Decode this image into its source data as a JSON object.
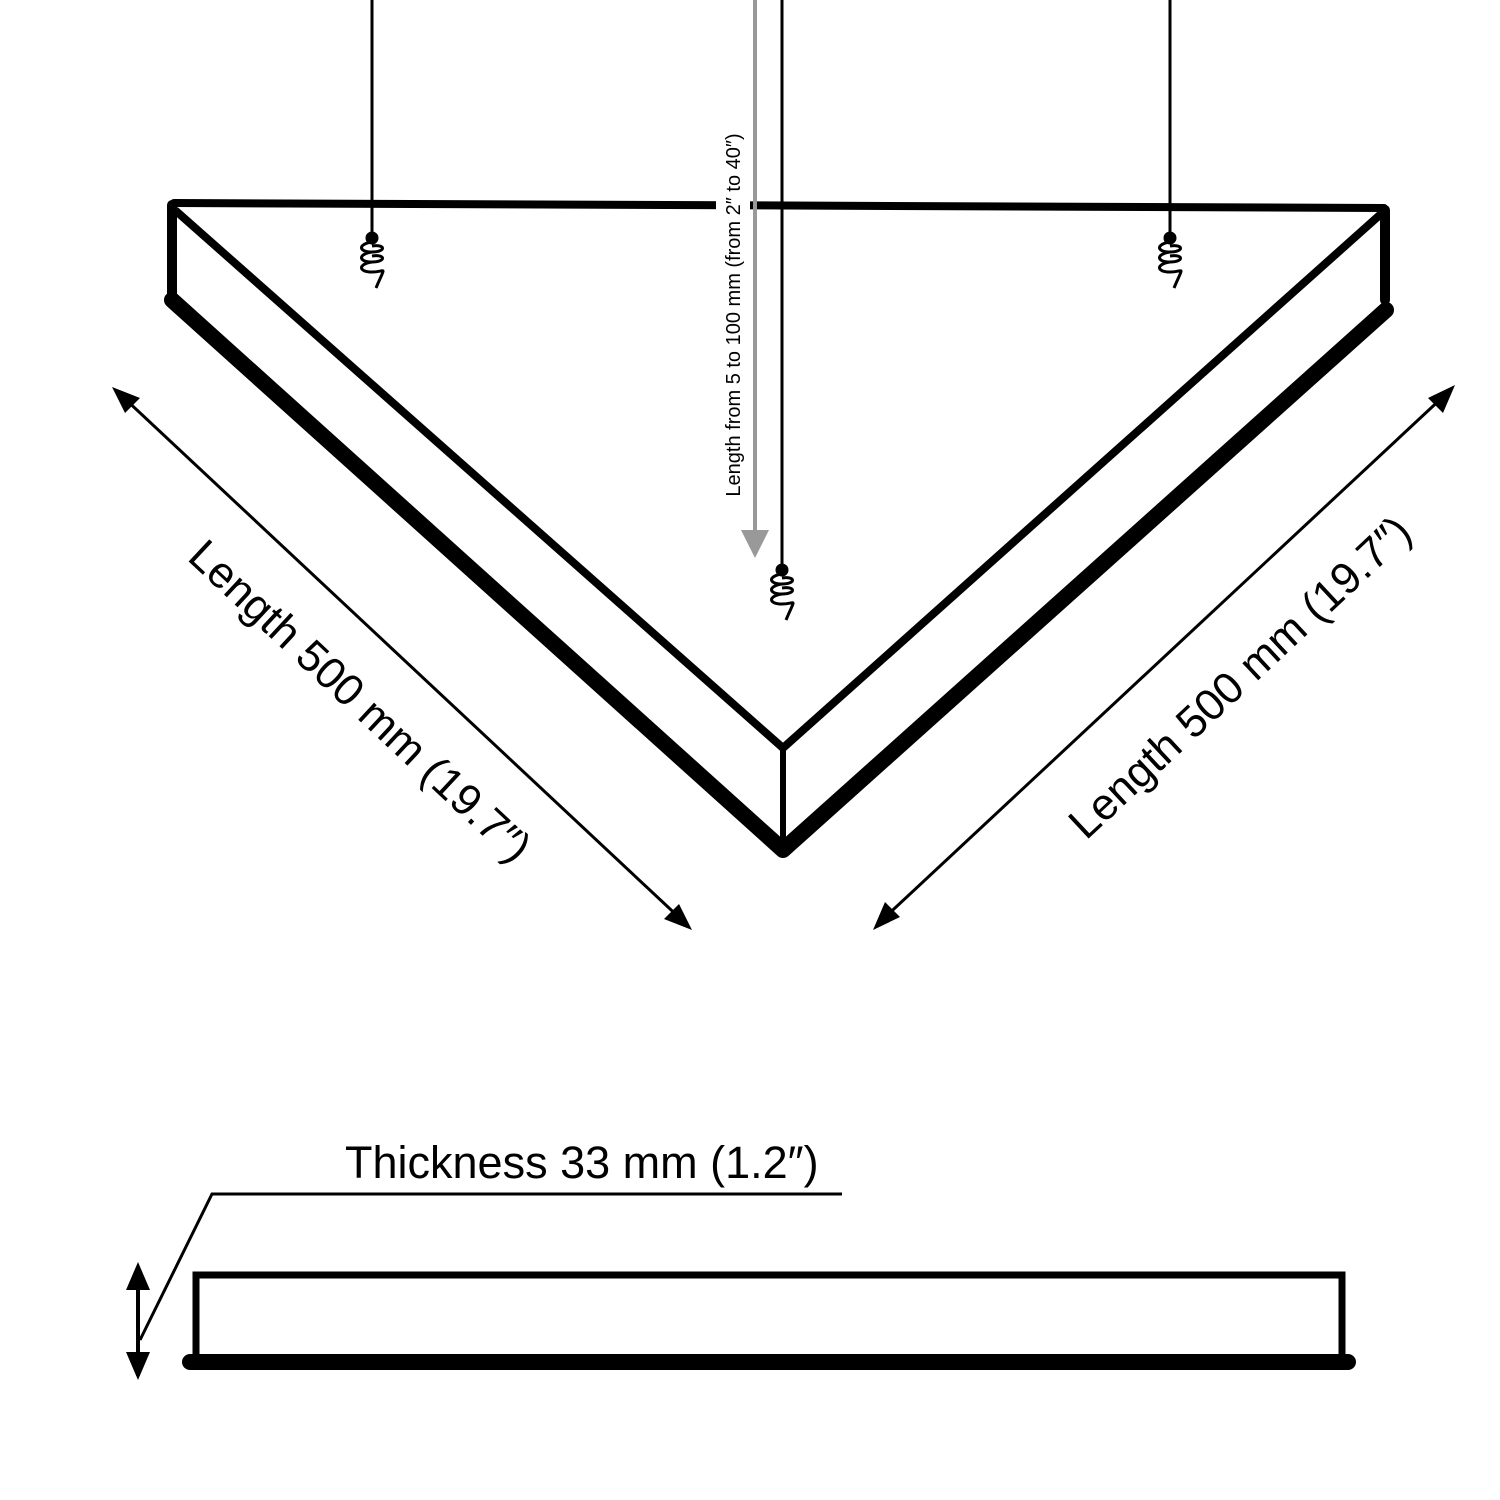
{
  "labels": {
    "cable_length": "Length from 5 to 100 mm (from 2″ to 40″)",
    "left_length": "Length 500 mm (19.7″)",
    "right_length": "Length 500 mm (19.7″)",
    "thickness": "Thickness 33 mm (1.2″)"
  },
  "colors": {
    "stroke": "#000000",
    "dimension_gray": "#999999"
  }
}
